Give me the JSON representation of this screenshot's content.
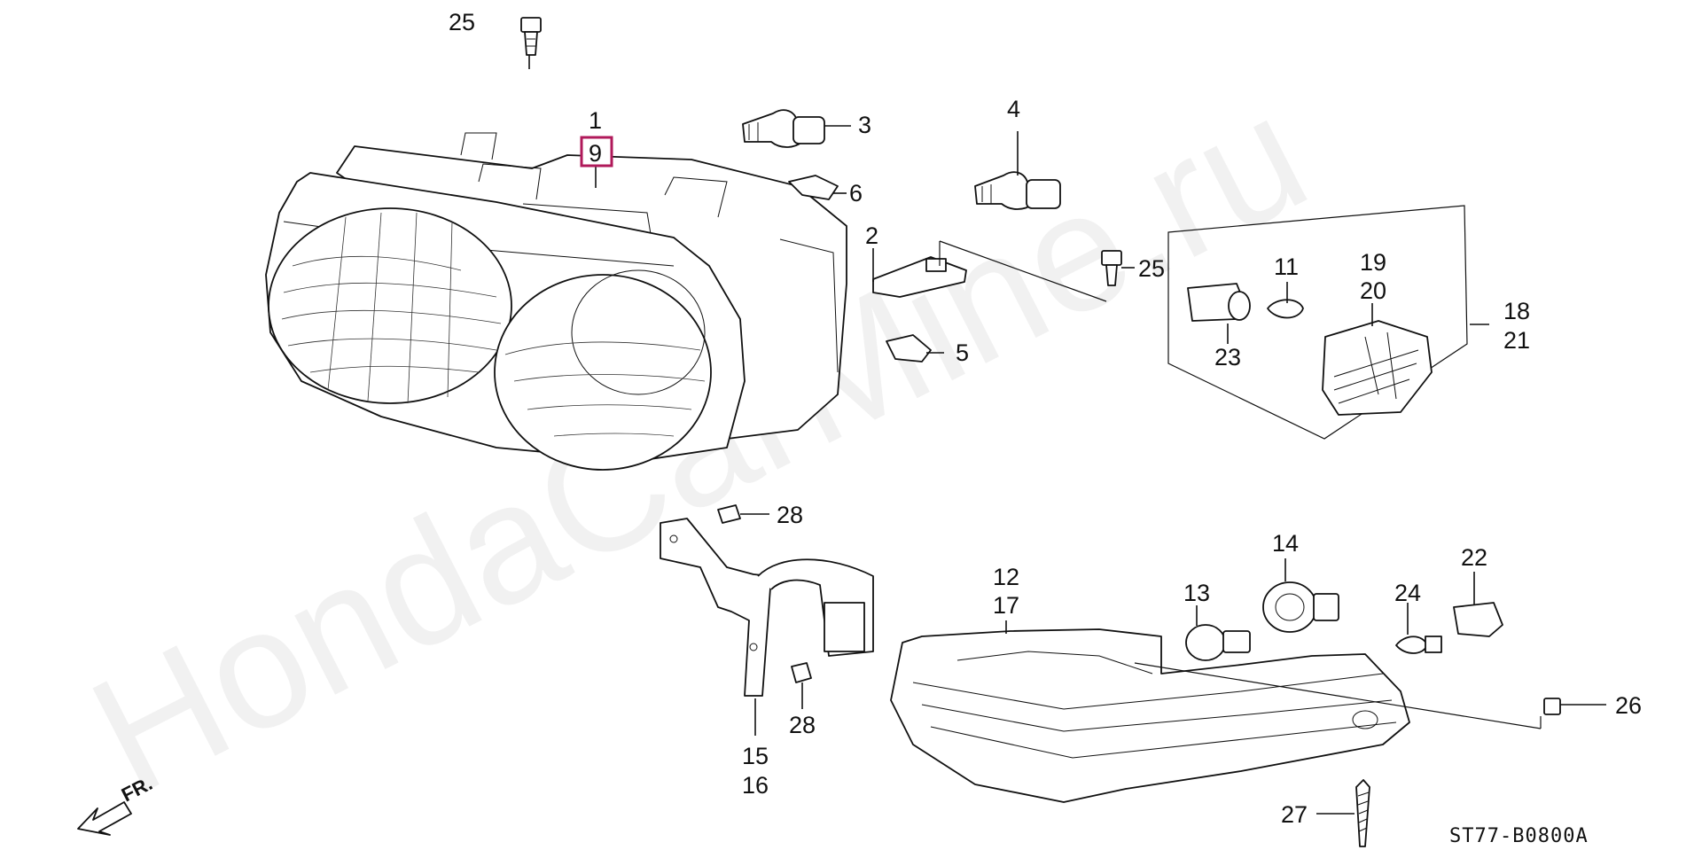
{
  "watermark": "HondaCarMine.ru",
  "diagram_code": "ST77-B0800A",
  "direction_label": "FR.",
  "highlight_color": "#b0195a",
  "callouts": {
    "c1": "1",
    "c9": "9",
    "c25a": "25",
    "c3": "3",
    "c4": "4",
    "c6": "6",
    "c2": "2",
    "c25b": "25",
    "c5": "5",
    "c11": "11",
    "c19": "19",
    "c20": "20",
    "c18": "18",
    "c21": "21",
    "c23": "23",
    "c28a": "28",
    "c28b": "28",
    "c15": "15",
    "c16": "16",
    "c12": "12",
    "c17": "17",
    "c13": "13",
    "c14": "14",
    "c24": "24",
    "c22": "22",
    "c26": "26",
    "c27": "27"
  }
}
